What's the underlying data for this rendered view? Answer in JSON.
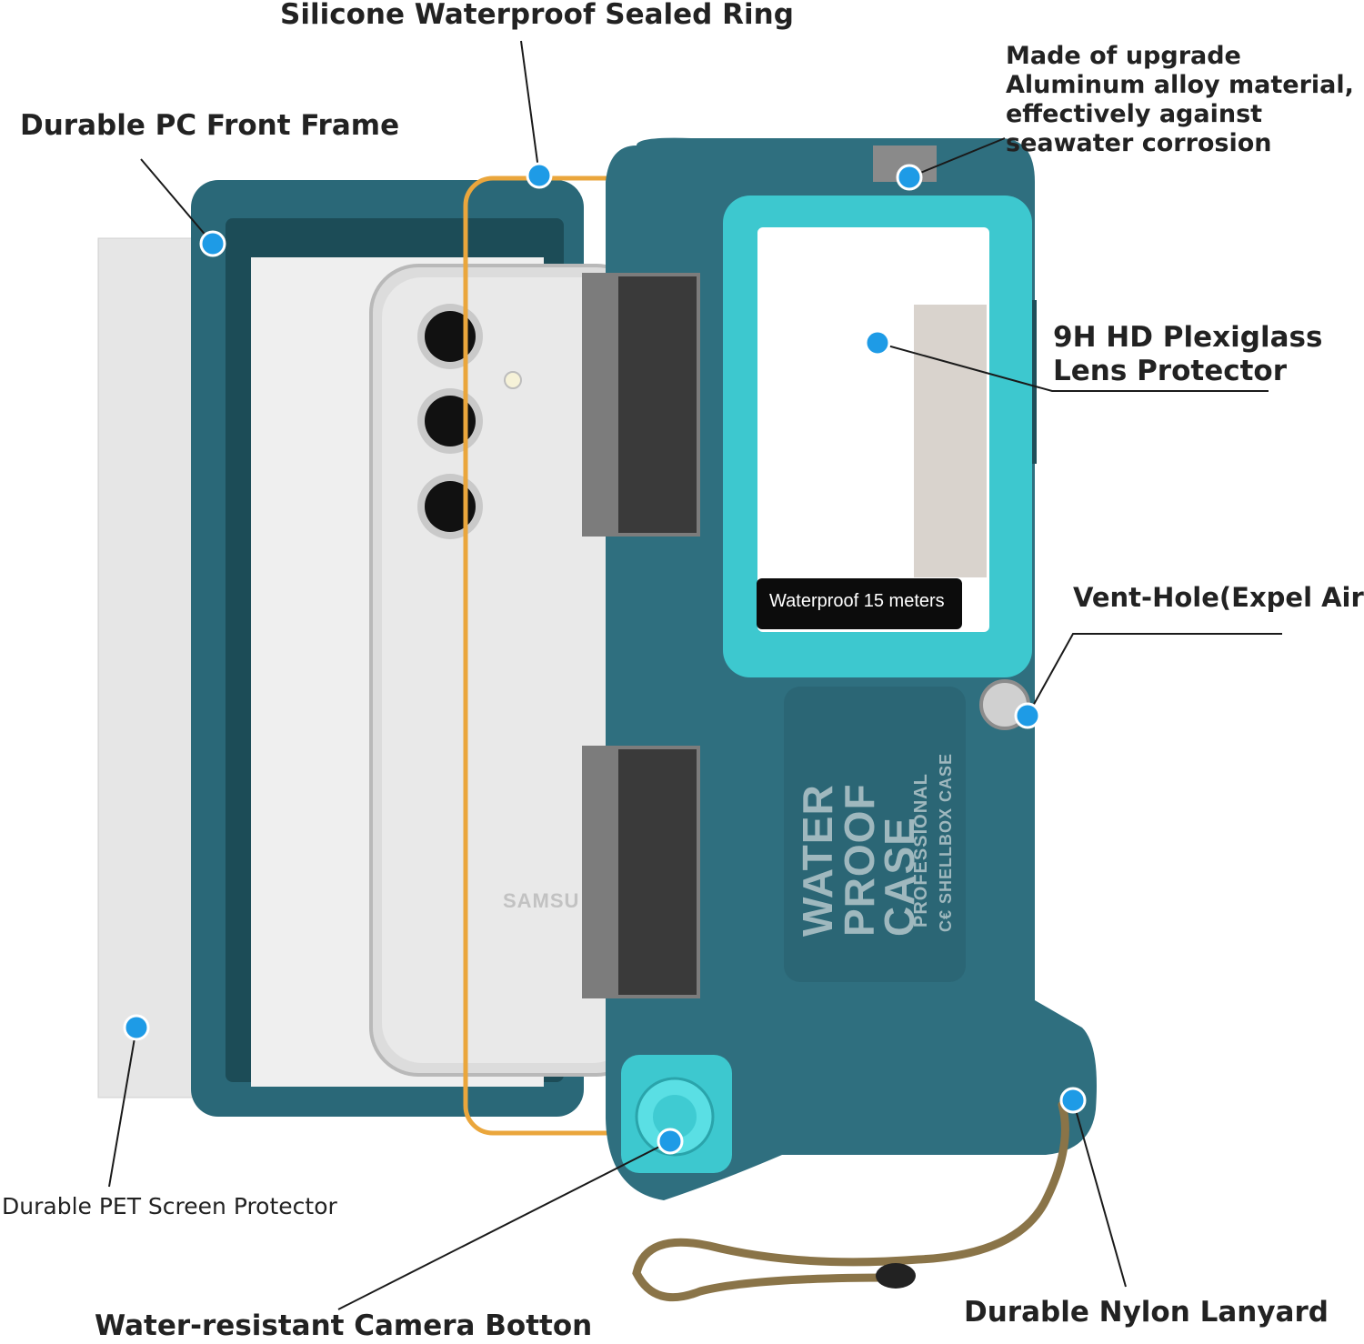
{
  "labels": {
    "sealed_ring": "Silicone Waterproof Sealed Ring",
    "front_frame": "Durable PC Front Frame",
    "aluminum": [
      "Made of upgrade",
      "Aluminum alloy material,",
      "effectively against",
      "seawater corrosion"
    ],
    "lens_protector": [
      "9H HD Plexiglass",
      "Lens Protector"
    ],
    "vent_hole": "Vent-Hole(Expel Air)",
    "screen_protector": "Durable PET Screen Protector",
    "camera_button": "Water-resistant Camera Botton",
    "lanyard": "Durable Nylon Lanyard"
  },
  "case_print": {
    "waterproof_badge": "Waterproof 15 meters",
    "logo_line1": "WATER",
    "logo_line2": "PROOF",
    "logo_line3": "CASE",
    "professional": "PROFESSIONAL",
    "brand": "C€ SHELLBOX CASE",
    "phone_brand": "SAMSU"
  },
  "colors": {
    "case_teal": "#2f6f7f",
    "frame_teal": "#2a6878",
    "accent_cyan": "#3dc8cf",
    "callout_dot": "#1e9be6",
    "seal_ring": "#eaa63c",
    "lanyard": "#8a7448"
  }
}
